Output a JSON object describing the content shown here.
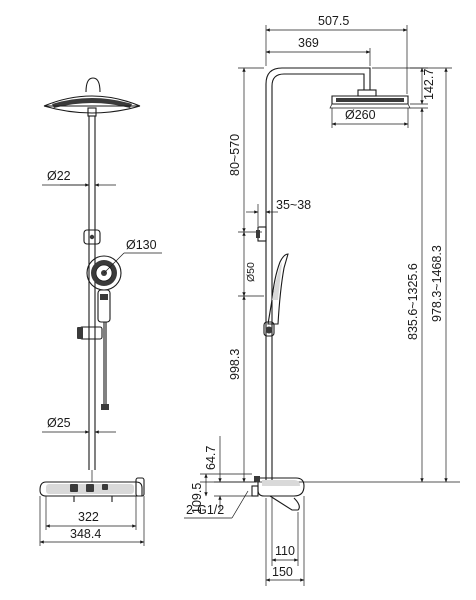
{
  "front_view": {
    "dims": {
      "pipe_upper_diameter": "Ø22",
      "handshower_diameter": "Ø130",
      "pipe_lower_diameter": "Ø25",
      "shelf_width_inner": "322",
      "shelf_width_outer": "348.4"
    }
  },
  "side_view": {
    "dims": {
      "overall_reach": "507.5",
      "arm_reach": "369",
      "head_height": "142.7",
      "head_diameter": "Ø260",
      "arm_height_range": "80~570",
      "bracket_offset": "35~38",
      "bracket_pitch": "Ø50",
      "pipe_length": "998.3",
      "slide_range": "835.6~1325.6",
      "overall_height_range": "978.3~1468.3",
      "valve_height": "64.7",
      "inlet_height": "109.5",
      "inlet_thread": "2-G1/2",
      "inlet_spacing": "110",
      "depth": "150"
    }
  },
  "colors": {
    "line": "#1a1a1a",
    "body_dark": "#3a3a3a",
    "body_light": "#d9d9d9"
  }
}
